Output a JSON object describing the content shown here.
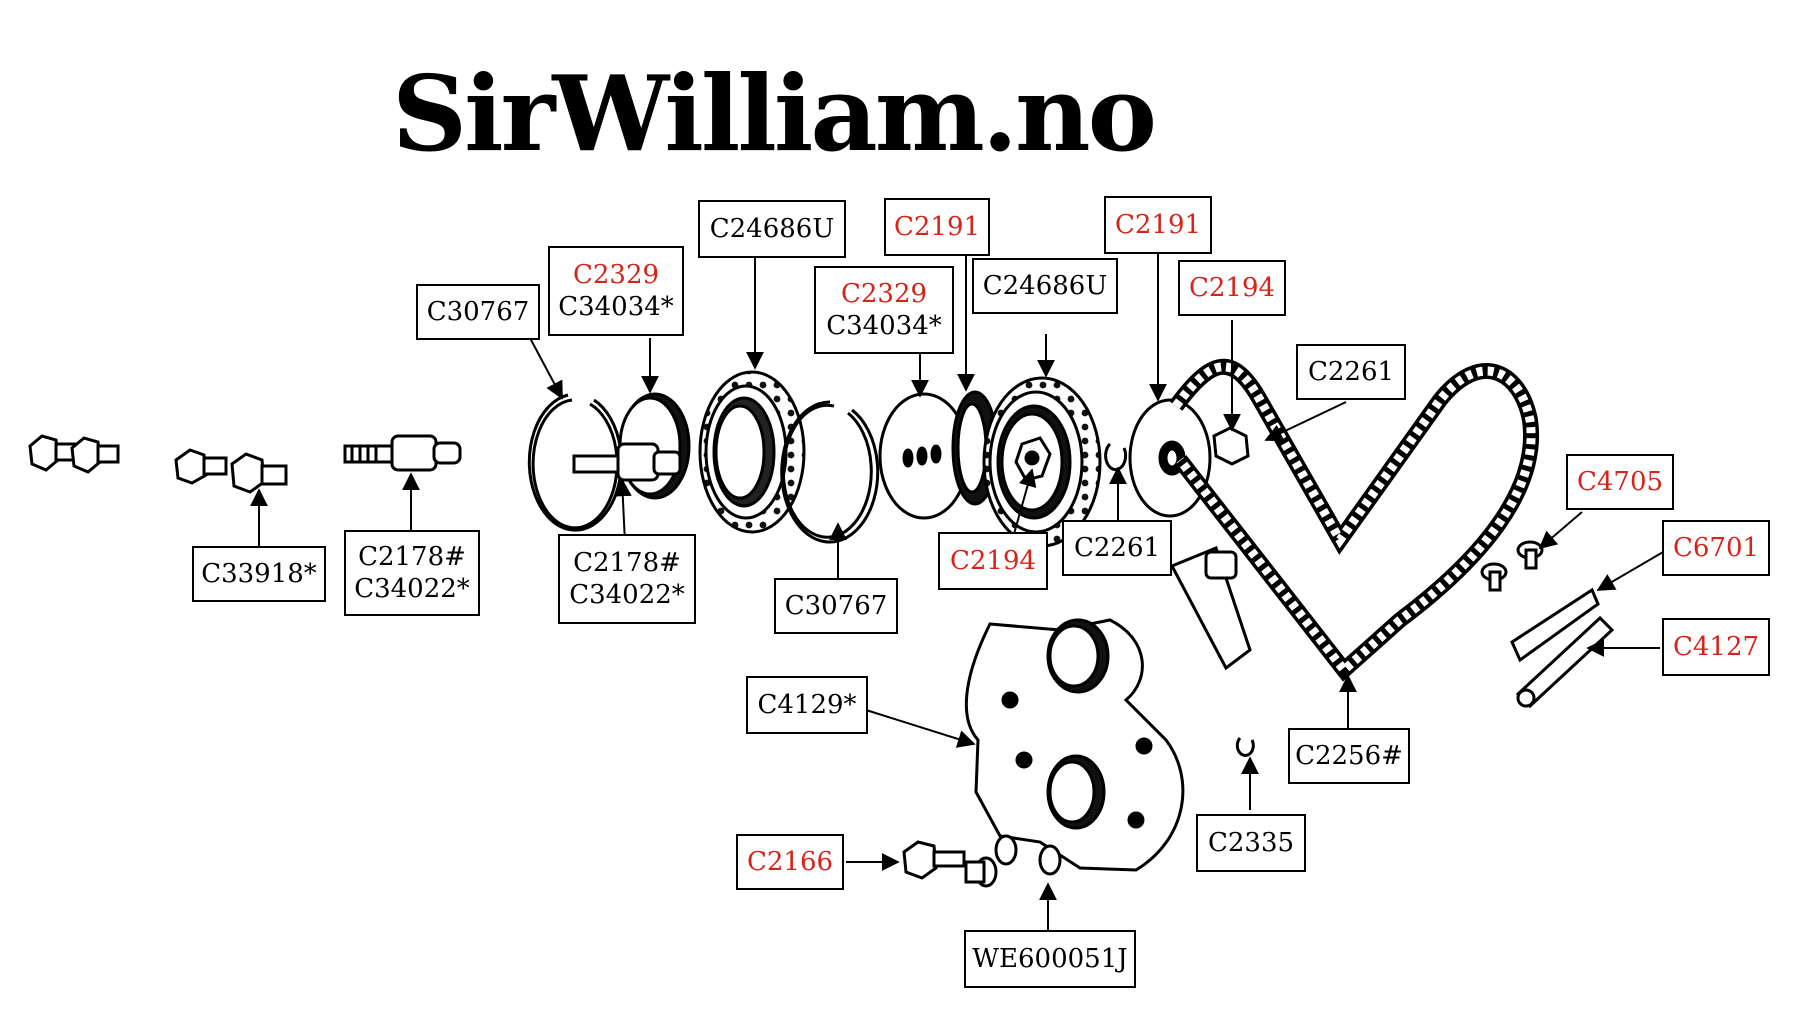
{
  "brand": {
    "text": "SirWilliam.no"
  },
  "colors": {
    "red_part": "#d6241b",
    "black_part": "#000000",
    "line": "#000000"
  },
  "parts": {
    "C33918": "C33918*",
    "C2178_left_a": "C2178#",
    "C2178_left_b": "C34022*",
    "C30767_top": "C30767",
    "C2329_left_red": "C2329",
    "C34034_left": "C34034*",
    "C2178_mid_a": "C2178#",
    "C2178_mid_b": "C34022*",
    "C24686U_left": "C24686U",
    "C30767_bottom": "C30767",
    "C2329_mid_red": "C2329",
    "C34034_mid": "C34034*",
    "C2191_left_red": "C2191",
    "C24686U_mid": "C24686U",
    "C2194_bottom_red": "C2194",
    "C2261_bottom": "C2261",
    "C2191_right_red": "C2191",
    "C2194_top_red": "C2194",
    "C2261_top": "C2261",
    "C4705_red": "C4705",
    "C6701_red": "C6701",
    "C4127_red": "C4127",
    "C2256": "C2256#",
    "C4129": "C4129*",
    "C2335": "C2335",
    "C2166_red": "C2166",
    "WE600051J": "WE600051J"
  }
}
